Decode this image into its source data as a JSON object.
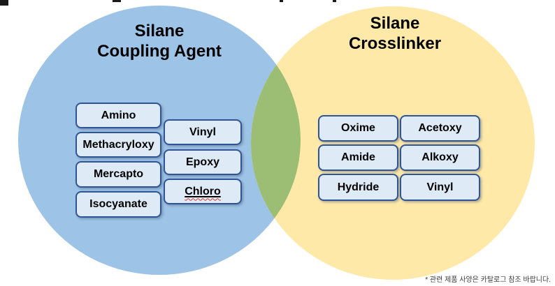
{
  "left_circle": {
    "title": [
      "Silane",
      "Coupling Agent"
    ],
    "fill": "#9dc3e6",
    "items_col1": [
      "Amino",
      "Methacryloxy",
      "Mercapto",
      "Isocyanate"
    ],
    "items_col2": [
      "Vinyl",
      "Epoxy",
      "Chloro"
    ]
  },
  "right_circle": {
    "title": [
      "Silane",
      "Crosslinker"
    ],
    "fill": "#ffe9a8",
    "items": [
      "Oxime",
      "Acetoxy",
      "Amide",
      "Alkoxy",
      "Hydride",
      "Vinyl"
    ]
  },
  "overlap": {
    "fill": "#9cbe74"
  },
  "box_style": {
    "fill": "#deebf7",
    "border": "#2f5597"
  },
  "footnote": "* 관련 제품 사양은 카탈로그 참조 바랍니다."
}
